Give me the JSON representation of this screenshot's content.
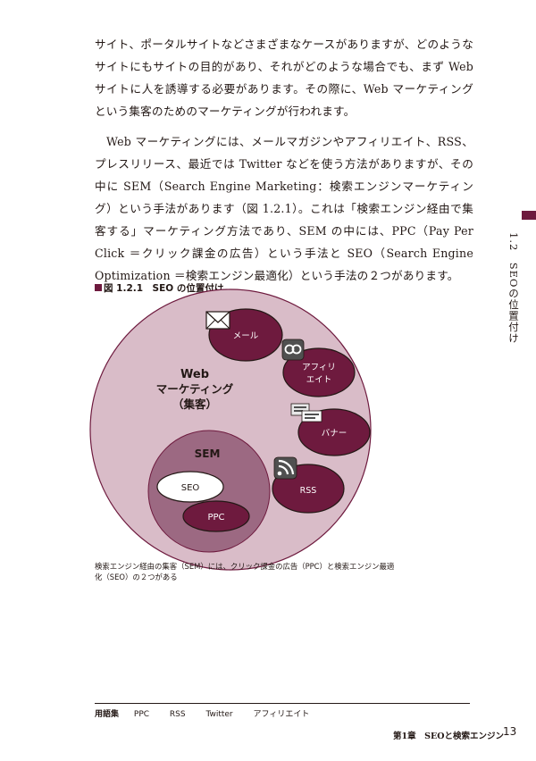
{
  "body": {
    "paragraph1": "サイト、ポータルサイトなどさまざまなケースがありますが、どのようなサイトにもサイトの目的があり、それがどのような場合でも、まず Web サイトに人を誘導する必要があります。その際に、Web マーケティングという集客のためのマーケティングが行われます。",
    "paragraph2": "Web マーケティングには、メールマガジンやアフィリエイト、RSS、プレスリリース、最近では Twitter などを使う方法がありますが、その中に SEM（Search Engine Marketing：検索エンジンマーケティング）という手法があります（図 1.2.1）。これは「検索エンジン経由で集客する」マーケティング方法であり、SEM の中には、PPC（Pay Per Click ＝クリック課金の広告）という手法と SEO（Search Engine Optimization ＝検索エンジン最適化）という手法の２つがあります。"
  },
  "side_label": "1.2　SEOの位置付け",
  "figure": {
    "caption": "図 1.2.1　SEO の位置付け",
    "web_label_line1": "Web",
    "web_label_line2": "マーケティング",
    "web_label_line3": "（集客）",
    "sem_label": "SEM",
    "seo_label": "SEO",
    "ppc_label": "PPC",
    "mail_label": "メール",
    "affiliate_line1": "アフィリ",
    "affiliate_line2": "エイト",
    "banner_label": "バナー",
    "rss_label": "RSS",
    "note": "検索エンジン経由の集客（SEM）には、クリック課金の広告（PPC）と検索エンジン最適化（SEO）の２つがある",
    "colors": {
      "outer_circle": "#d9bcc8",
      "sem_circle": "#9c6982",
      "bubble": "#6e1a3e",
      "icon_bg": "#505050"
    }
  },
  "glossary": {
    "heading": "用語集",
    "terms": [
      "PPC",
      "RSS",
      "Twitter",
      "アフィリエイト"
    ]
  },
  "footer": {
    "chapter": "第1章　SEOと検索エンジン",
    "page": "13"
  }
}
